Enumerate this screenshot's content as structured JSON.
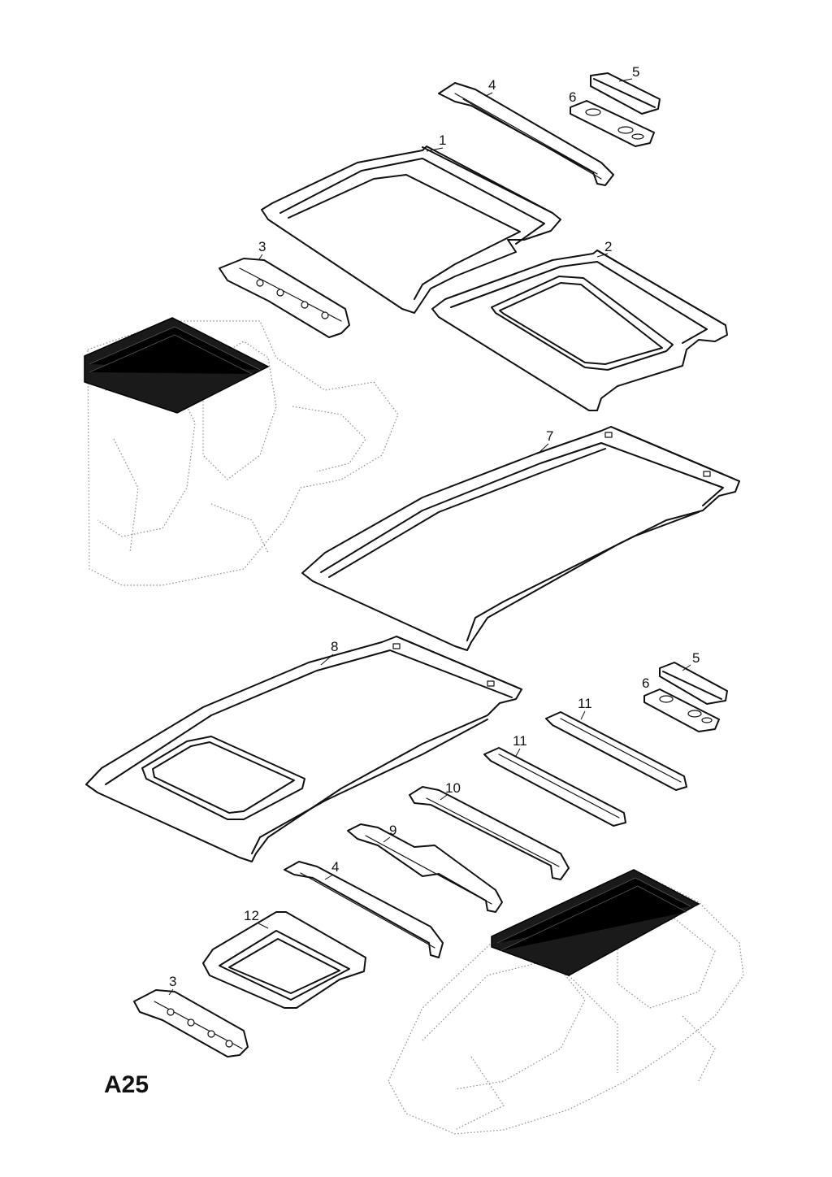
{
  "page_code": "A25",
  "callouts": {
    "c1": "1",
    "c2": "2",
    "c3a": "3",
    "c3b": "3",
    "c4a": "4",
    "c4b": "4",
    "c5a": "5",
    "c5b": "5",
    "c6a": "6",
    "c6b": "6",
    "c7": "7",
    "c8": "8",
    "c9": "9",
    "c10": "10",
    "c11a": "11",
    "c11b": "11",
    "c12": "12"
  },
  "colors": {
    "ink": "#111111",
    "ghost": "#8a8a8a",
    "dark_roof": "#1a1a1a"
  }
}
